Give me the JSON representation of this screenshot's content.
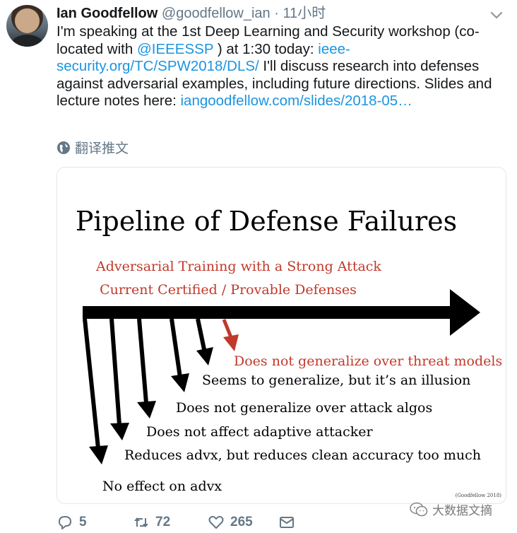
{
  "tweet": {
    "author_name": "Ian Goodfellow",
    "handle": "@goodfellow_ian",
    "separator": "·",
    "time": "11小时",
    "text_1": "I'm speaking at the 1st Deep Learning and Security workshop (co-located with ",
    "mention": "@IEEESSP",
    "text_2": " ) at 1:30 today: ",
    "link_1": "ieee-security.org/TC/SPW2018/DLS/",
    "text_3": " I'll discuss research into defenses against adversarial examples, including future directions. Slides and lecture notes here: ",
    "link_2": "iangoodfellow.com/slides/2018-05…",
    "translate_label": "翻译推文",
    "colors": {
      "link": "#1b95e0",
      "muted": "#657786"
    }
  },
  "slide": {
    "title": "Pipeline of Defense Failures",
    "red_line_1": "Adversarial Training with a Strong Attack",
    "red_line_2": "Current Certified / Provable Defenses",
    "failures": [
      "Does not generalize over threat models",
      "Seems to generalize, but it’s an illusion",
      "Does not generalize over attack algos",
      "Does not affect adaptive attacker",
      "Reduces advx, but reduces clean accuracy too much",
      "No effect on advx"
    ],
    "credit": "(Goodfellow 2018)",
    "colors": {
      "red": "#c0392b",
      "ink": "#000000"
    }
  },
  "actions": {
    "reply_count": "5",
    "retweet_count": "72",
    "like_count": "265"
  },
  "watermark": {
    "label": "大数据文摘"
  }
}
